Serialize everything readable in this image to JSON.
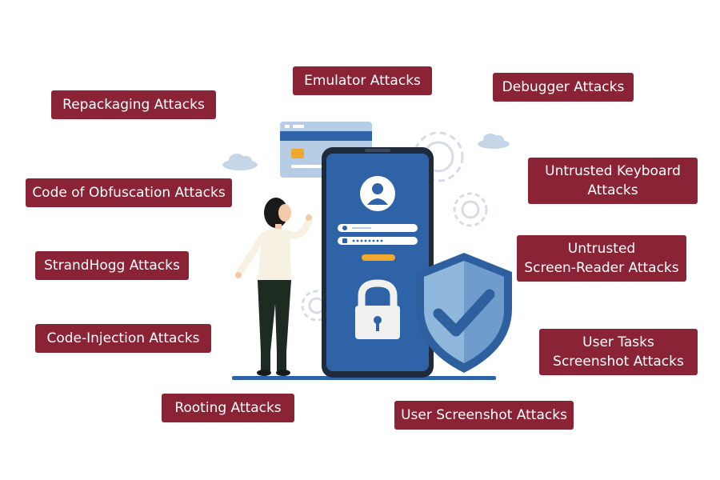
{
  "labels": {
    "repackaging": "Repackaging Attacks",
    "emulator": "Emulator Attacks",
    "debugger": "Debugger Attacks",
    "obfuscation": "Code of Obfuscation Attacks",
    "untrusted_keyboard_line1": "Untrusted Keyboard",
    "untrusted_keyboard_line2": "Attacks",
    "strandhogg": "StrandHogg Attacks",
    "screen_reader_line1": "Untrusted",
    "screen_reader_line2": "Screen-Reader Attacks",
    "code_injection": "Code-Injection Attacks",
    "user_tasks_line1": "User Tasks",
    "user_tasks_line2": "Screenshot Attacks",
    "rooting": "Rooting Attacks",
    "user_screenshot": "User Screenshot Attacks"
  },
  "colors": {
    "label_bg": "#8b2336",
    "label_text": "#ffffff",
    "phone_screen": "#2f63a8",
    "phone_frame": "#1f2a3a",
    "shield_light": "#8fb7dc",
    "shield_dark": "#2e5f9f",
    "lock_body": "#f1f1f1",
    "accent_orange": "#f0a830"
  },
  "icons": [
    "user-avatar-icon",
    "padlock-icon",
    "shield-check-icon",
    "gear-icon",
    "cloud-icon",
    "credit-card-icon"
  ]
}
